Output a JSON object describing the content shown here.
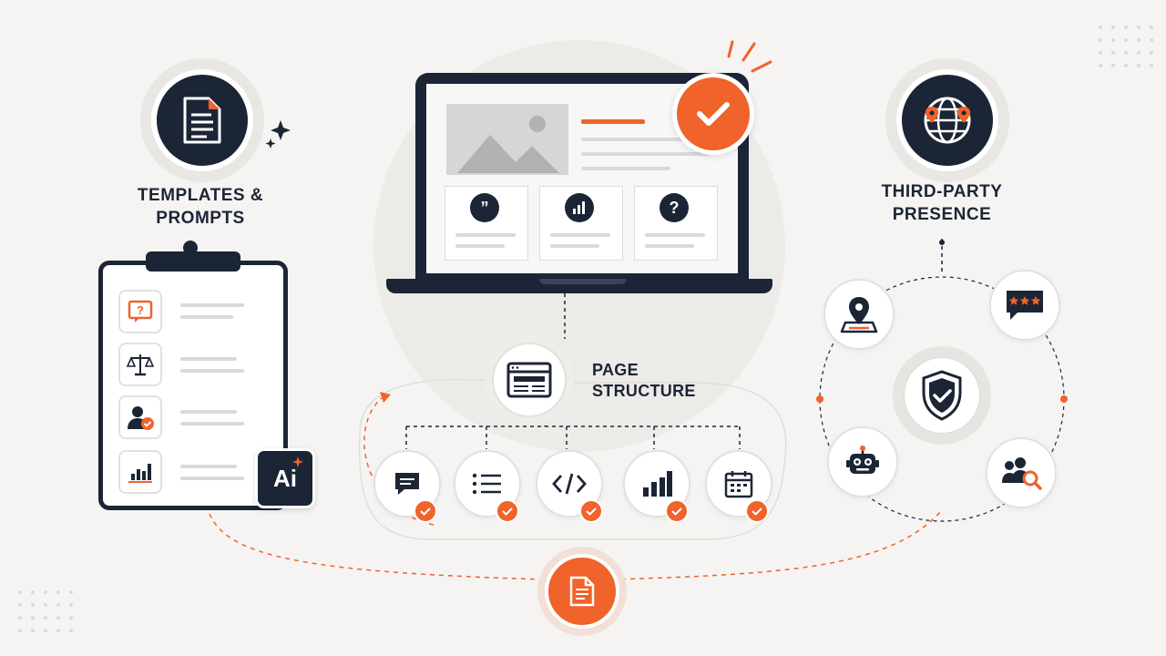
{
  "labels": {
    "templates_line1": "TEMPLATES &",
    "templates_line2": "PROMPTS",
    "third_party_line1": "THIRD-PARTY",
    "third_party_line2": "PRESENCE",
    "page_structure_line1": "PAGE",
    "page_structure_line2": "STRUCTURE"
  },
  "ai_badge": "Ai",
  "colors": {
    "accent": "#f0632a",
    "navy": "#1c2536",
    "background": "#f5f4f2"
  },
  "icons": {
    "templates": "document-icon",
    "third_party": "globe-pin-icon",
    "page_structure": "browser-layout-icon",
    "bottom_hub": "document-icon",
    "laptop_check": "checkmark-icon"
  }
}
